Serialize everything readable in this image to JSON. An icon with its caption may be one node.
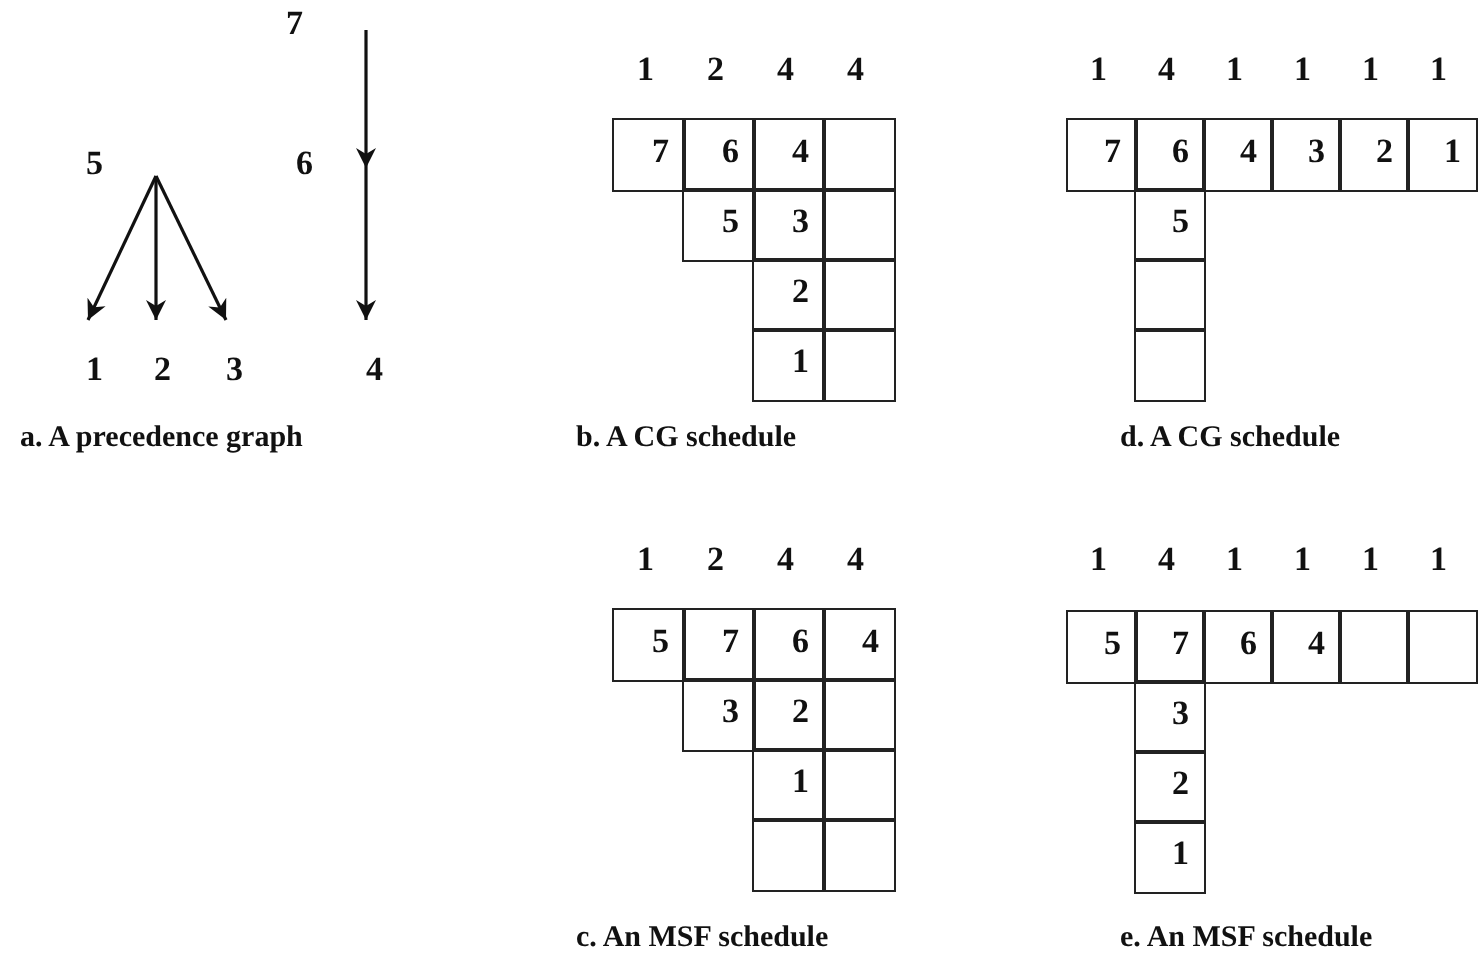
{
  "diagram": {
    "nodes": [
      {
        "text": [
          "7"
        ]
      },
      {
        "text": [
          "5"
        ]
      },
      {
        "text": [
          "6"
        ]
      },
      {
        "text": [
          "1"
        ]
      },
      {
        "text": [
          "2"
        ]
      },
      {
        "text": [
          "3"
        ]
      },
      {
        "text": [
          "4"
        ]
      }
    ],
    "edges": [
      {
        "from": 1,
        "to": 3,
        "arrow": "to"
      },
      {
        "from": 1,
        "to": 4,
        "arrow": "to"
      },
      {
        "from": 1,
        "to": 5,
        "arrow": "to"
      },
      {
        "from": 0,
        "to": 2,
        "arrow": "to"
      },
      {
        "from": 2,
        "to": 6,
        "arrow": "to"
      }
    ],
    "labels": [
      "a. A precedence graph",
      "1",
      "2",
      "4",
      "4",
      "7",
      "6",
      "4",
      "5",
      "3",
      "2",
      "1",
      "b. A CG schedule",
      "1",
      "4",
      "1",
      "1",
      "1",
      "1",
      "7",
      "6",
      "4",
      "3",
      "2",
      "1",
      "5",
      "d. A CG schedule",
      "1",
      "2",
      "4",
      "4",
      "5",
      "7",
      "6",
      "4",
      "3",
      "2",
      "1",
      "c. An MSF schedule",
      "1",
      "4",
      "1",
      "1",
      "1",
      "1",
      "5",
      "7",
      "6",
      "4",
      "3",
      "2",
      "1",
      "e. An MSF schedule"
    ]
  }
}
